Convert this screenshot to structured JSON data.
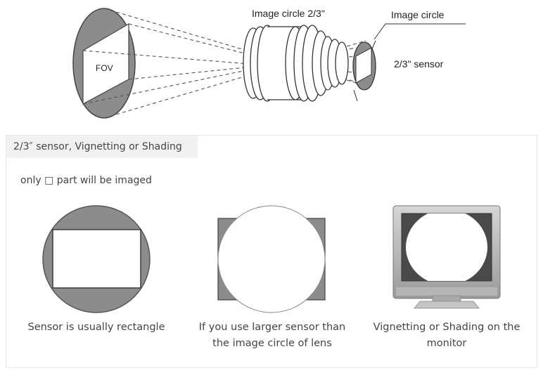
{
  "top": {
    "fov_label": "FOV",
    "image_circle_23_label": "Image circle 2/3\"",
    "image_circle_label": "Image circle",
    "sensor_label": "2/3\" sensor"
  },
  "panel": {
    "tab_title": "2/3″ sensor, Vignetting or Shading",
    "note": "only □ part will be imaged",
    "figures": [
      {
        "caption": "Sensor is usually rectangle"
      },
      {
        "caption": "If you use larger sensor than the image circle of lens"
      },
      {
        "caption": "Vignetting or Shading on the monitor"
      }
    ]
  }
}
